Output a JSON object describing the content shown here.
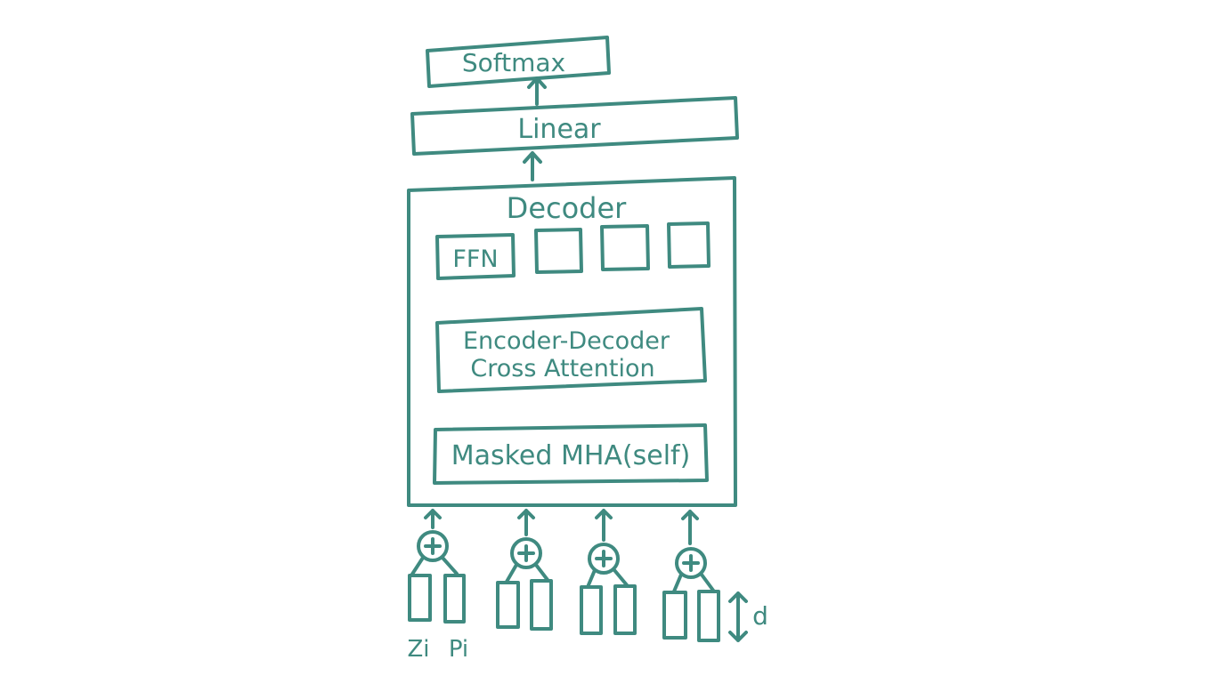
{
  "colors": {
    "stroke": "#3f8a80",
    "background": "#ffffff"
  },
  "diagram": {
    "softmax": {
      "label": "Softmax"
    },
    "linear": {
      "label": "Linear"
    },
    "decoder": {
      "title": "Decoder",
      "ffn": {
        "label": "FFN"
      },
      "cross_attention": {
        "line1": "Encoder-Decoder",
        "line2": "Cross Attention"
      },
      "masked_mha": {
        "label": "Masked MHA(self)"
      }
    },
    "inputs": {
      "add_symbol": "+",
      "z_label": "Zi",
      "p_label": "Pi",
      "dimension_label": "d"
    }
  }
}
